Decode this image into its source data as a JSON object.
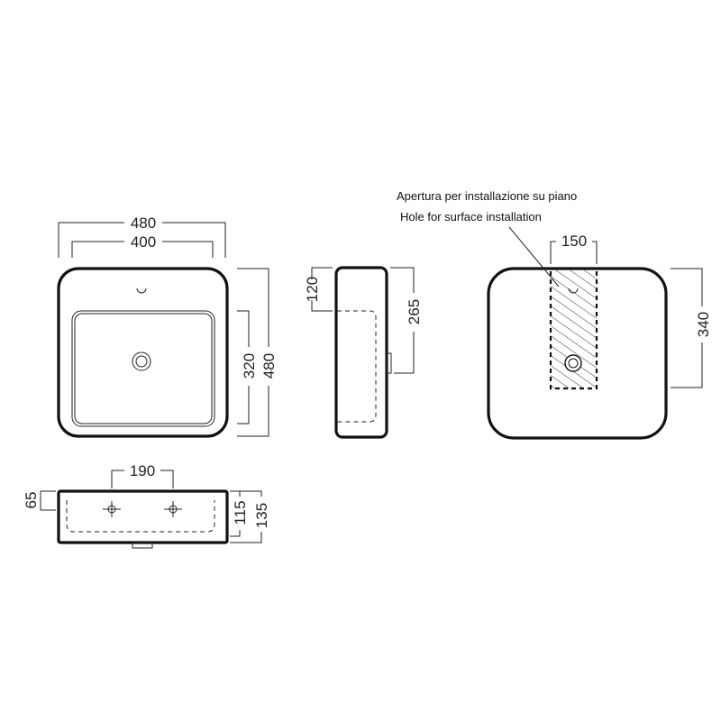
{
  "annotation": {
    "italian": "Apertura per installazione su piano",
    "english": "Hole for surface installation"
  },
  "top_view": {
    "overall_width": "480",
    "inner_width": "400",
    "overall_depth": "480",
    "bowl_depth": "320"
  },
  "side_view": {
    "rim_height": "120",
    "inner_height": "265"
  },
  "back_view": {
    "hole_width": "150",
    "height": "340"
  },
  "front_view": {
    "tap_spacing": "190",
    "rim_thickness": "65",
    "bowl_height": "115",
    "total_height": "135"
  }
}
